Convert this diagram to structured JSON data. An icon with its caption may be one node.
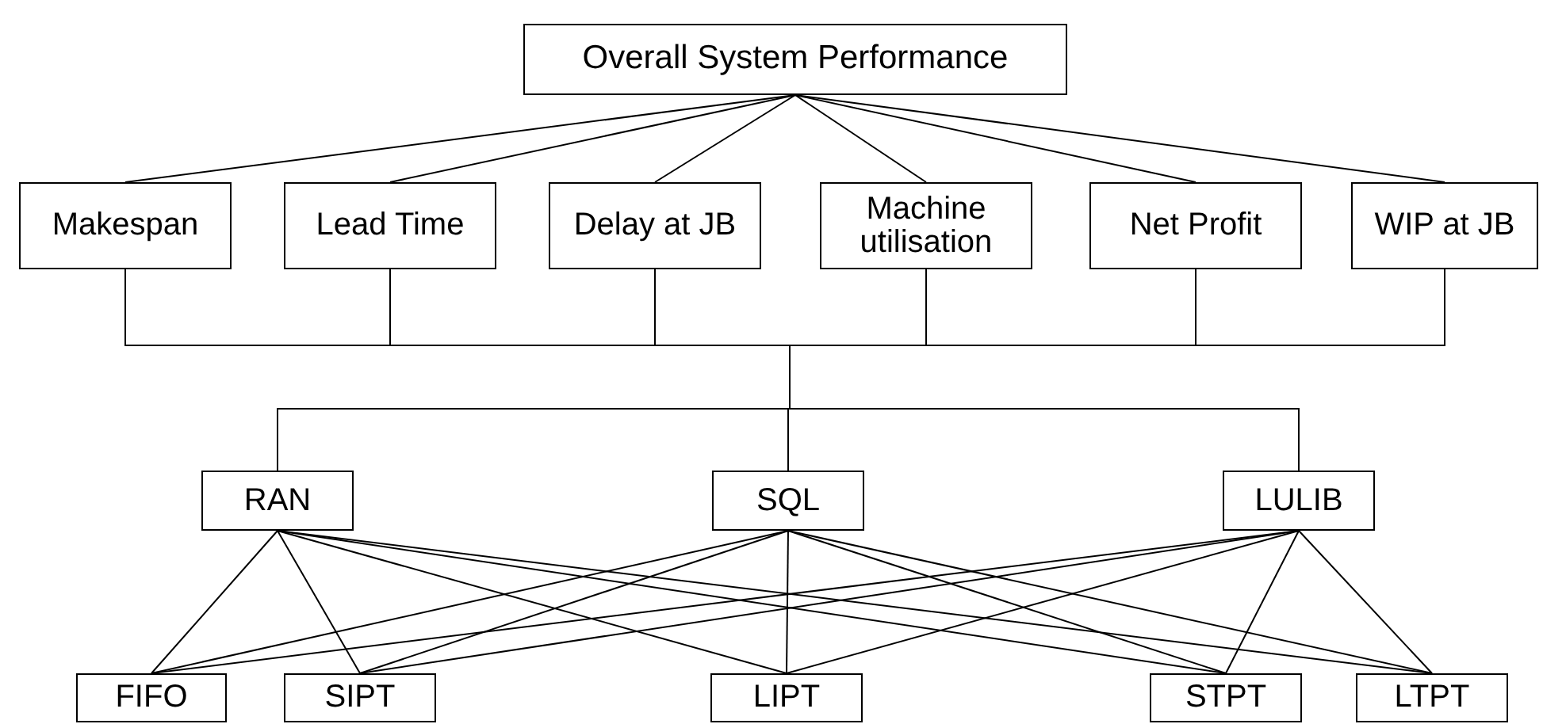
{
  "diagram": {
    "nodes": [
      {
        "text": [
          "Overall System Performance"
        ]
      },
      {
        "text": [
          "Makespan"
        ]
      },
      {
        "text": [
          "Lead Time"
        ]
      },
      {
        "text": [
          "Delay at JB"
        ]
      },
      {
        "text": [
          "Machine utilisation"
        ]
      },
      {
        "text": [
          "Net Profit"
        ]
      },
      {
        "text": [
          "WIP at JB"
        ]
      },
      {
        "text": [
          "RAN"
        ]
      },
      {
        "text": [
          "SQL"
        ]
      },
      {
        "text": [
          "LULIB"
        ]
      },
      {
        "text": [
          "FIFO"
        ]
      },
      {
        "text": [
          "SIPT"
        ]
      },
      {
        "text": [
          "LIPT"
        ]
      },
      {
        "text": [
          "STPT"
        ]
      },
      {
        "text": [
          "LTPT"
        ]
      }
    ],
    "edges": [
      {
        "from": 0,
        "to": 1,
        "arrow": "none"
      },
      {
        "from": 0,
        "to": 2,
        "arrow": "none"
      },
      {
        "from": 0,
        "to": 3,
        "arrow": "none"
      },
      {
        "from": 0,
        "to": 4,
        "arrow": "none"
      },
      {
        "from": 0,
        "to": 5,
        "arrow": "none"
      },
      {
        "from": 0,
        "to": 6,
        "arrow": "none"
      },
      {
        "from": 1,
        "to": 7,
        "arrow": "none"
      },
      {
        "from": 1,
        "to": 8,
        "arrow": "none"
      },
      {
        "from": 1,
        "to": 9,
        "arrow": "none"
      },
      {
        "from": 2,
        "to": 7,
        "arrow": "none"
      },
      {
        "from": 2,
        "to": 8,
        "arrow": "none"
      },
      {
        "from": 2,
        "to": 9,
        "arrow": "none"
      },
      {
        "from": 3,
        "to": 7,
        "arrow": "none"
      },
      {
        "from": 3,
        "to": 8,
        "arrow": "none"
      },
      {
        "from": 3,
        "to": 9,
        "arrow": "none"
      },
      {
        "from": 4,
        "to": 7,
        "arrow": "none"
      },
      {
        "from": 4,
        "to": 8,
        "arrow": "none"
      },
      {
        "from": 4,
        "to": 9,
        "arrow": "none"
      },
      {
        "from": 5,
        "to": 7,
        "arrow": "none"
      },
      {
        "from": 5,
        "to": 8,
        "arrow": "none"
      },
      {
        "from": 5,
        "to": 9,
        "arrow": "none"
      },
      {
        "from": 6,
        "to": 7,
        "arrow": "none"
      },
      {
        "from": 6,
        "to": 8,
        "arrow": "none"
      },
      {
        "from": 6,
        "to": 9,
        "arrow": "none"
      },
      {
        "from": 7,
        "to": 10,
        "arrow": "none"
      },
      {
        "from": 7,
        "to": 11,
        "arrow": "none"
      },
      {
        "from": 7,
        "to": 12,
        "arrow": "none"
      },
      {
        "from": 7,
        "to": 13,
        "arrow": "none"
      },
      {
        "from": 7,
        "to": 14,
        "arrow": "none"
      },
      {
        "from": 8,
        "to": 10,
        "arrow": "none"
      },
      {
        "from": 8,
        "to": 11,
        "arrow": "none"
      },
      {
        "from": 8,
        "to": 12,
        "arrow": "none"
      },
      {
        "from": 8,
        "to": 13,
        "arrow": "none"
      },
      {
        "from": 8,
        "to": 14,
        "arrow": "none"
      },
      {
        "from": 9,
        "to": 10,
        "arrow": "none"
      },
      {
        "from": 9,
        "to": 11,
        "arrow": "none"
      },
      {
        "from": 9,
        "to": 12,
        "arrow": "none"
      },
      {
        "from": 9,
        "to": 13,
        "arrow": "none"
      },
      {
        "from": 9,
        "to": 14,
        "arrow": "none"
      }
    ]
  }
}
